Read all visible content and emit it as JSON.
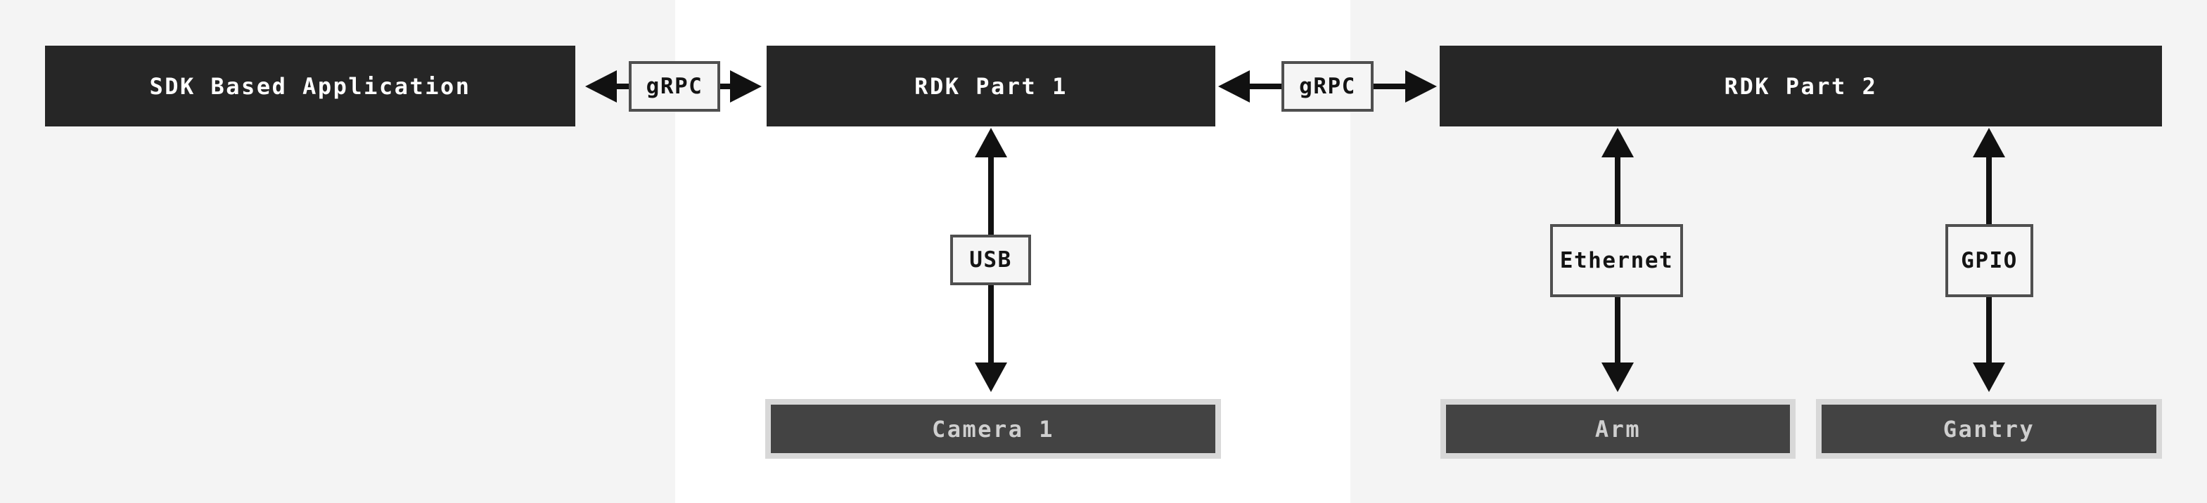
{
  "diagram": {
    "nodes": {
      "sdk_app": {
        "label": "SDK Based Application"
      },
      "rdk_part_1": {
        "label": "RDK Part 1"
      },
      "rdk_part_2": {
        "label": "RDK Part 2"
      },
      "camera_1": {
        "label": "Camera 1"
      },
      "arm": {
        "label": "Arm"
      },
      "gantry": {
        "label": "Gantry"
      }
    },
    "connectors": {
      "grpc_1": {
        "label": "gRPC",
        "direction": "both",
        "connects": [
          "SDK Based Application",
          "RDK Part 1"
        ]
      },
      "grpc_2": {
        "label": "gRPC",
        "direction": "both",
        "connects": [
          "RDK Part 1",
          "RDK Part 2"
        ]
      },
      "usb": {
        "label": "USB",
        "direction": "both",
        "connects": [
          "RDK Part 1",
          "Camera 1"
        ]
      },
      "ethernet": {
        "label": "Ethernet",
        "direction": "both",
        "connects": [
          "RDK Part 2",
          "Arm"
        ]
      },
      "gpio": {
        "label": "GPIO",
        "direction": "both",
        "connects": [
          "RDK Part 2",
          "Gantry"
        ]
      }
    },
    "colors": {
      "bg_panel": "#f4f4f4",
      "bg_center": "#ffffff",
      "node_fill": "#262626",
      "node_text": "#ffffff",
      "device_fill": "#434343",
      "device_border": "#d8d8d8",
      "device_text": "#cfcfcf",
      "label_fill": "#f5f5f5",
      "label_border": "#4f4f4f",
      "label_text": "#141414",
      "arrow": "#111111"
    }
  }
}
